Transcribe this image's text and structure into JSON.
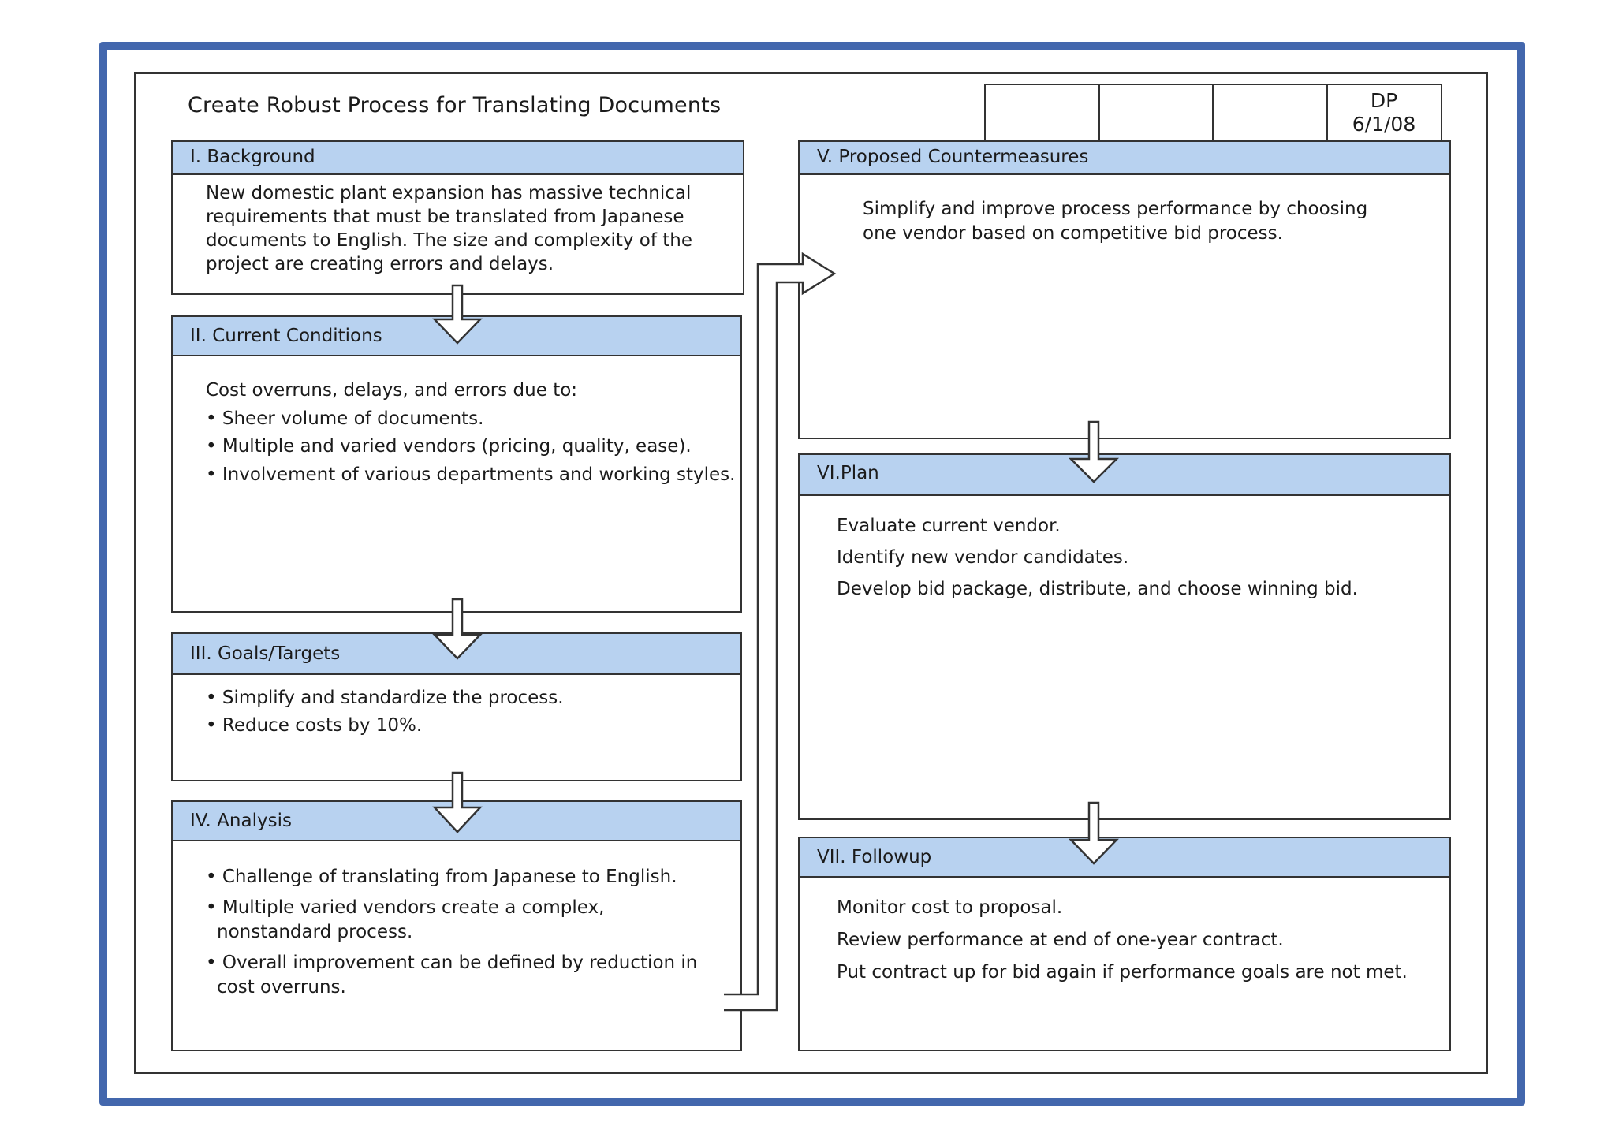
{
  "title": "Create Robust Process for Translating Documents",
  "signoff": {
    "cells": [
      "",
      "",
      "",
      "DP\n6/1/08"
    ],
    "initials": "DP",
    "date": "6/1/08"
  },
  "sections": {
    "background": {
      "header": "I. Background",
      "lines": [
        "New domestic plant expansion has massive technical",
        "requirements that must be translated from Japanese",
        "documents to English. The size and complexity of the",
        "project are creating errors and delays."
      ]
    },
    "current_conditions": {
      "header": "II. Current Conditions",
      "intro": "Cost overruns, delays, and errors due to:",
      "bullets": [
        "• Sheer volume of documents.",
        "• Multiple and varied vendors (pricing, quality, ease).",
        "• Involvement of various departments and working styles."
      ]
    },
    "goals": {
      "header": "III. Goals/Targets",
      "bullets": [
        "• Simplify and standardize the process.",
        "• Reduce costs by 10%."
      ]
    },
    "analysis": {
      "header": "IV. Analysis",
      "bullets": [
        {
          "first": "• Challenge of translating from Japanese to English.",
          "cont": ""
        },
        {
          "first": "• Multiple varied vendors create a complex,",
          "cont": "nonstandard process."
        },
        {
          "first": "• Overall improvement can be defined by reduction in",
          "cont": "cost overruns."
        }
      ]
    },
    "countermeasures": {
      "header": "V. Proposed Countermeasures",
      "lines": [
        "Simplify and improve process performance by choosing",
        "one vendor based on competitive bid process."
      ]
    },
    "plan": {
      "header": "VI.Plan",
      "lines": [
        "Evaluate current vendor.",
        "Identify new vendor candidates.",
        "Develop bid package, distribute, and choose winning bid."
      ]
    },
    "followup": {
      "header": "VII. Followup",
      "lines": [
        "Monitor cost to proposal.",
        "Review performance at end of one-year contract.",
        "Put contract up for bid again if performance goals are not met."
      ]
    }
  }
}
